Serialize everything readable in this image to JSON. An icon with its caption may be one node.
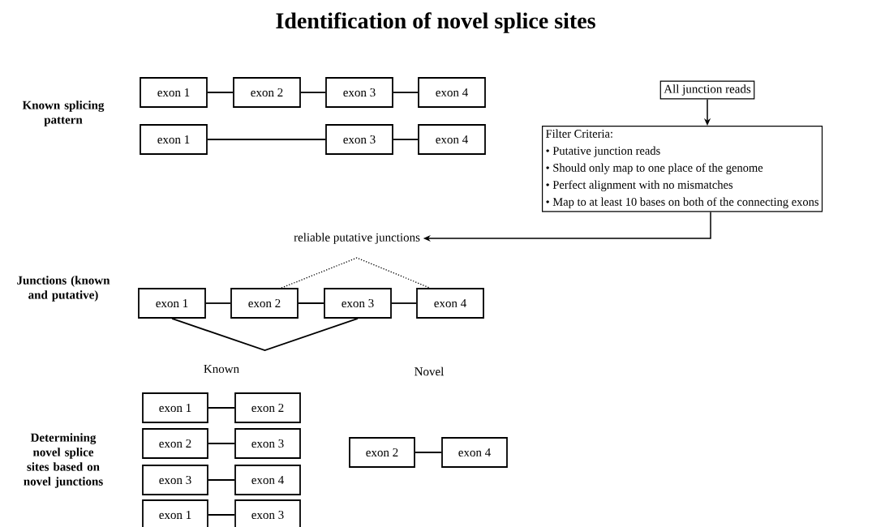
{
  "diagram": {
    "title": "Identification of novel splice sites",
    "nodes": [
      {
        "text": [
          "exon 1"
        ]
      },
      {
        "text": [
          "exon 2"
        ]
      },
      {
        "text": [
          "exon 3"
        ]
      },
      {
        "text": [
          "exon 4"
        ]
      },
      {
        "text": [
          "exon 1"
        ]
      },
      {
        "text": [
          "exon 3"
        ]
      },
      {
        "text": [
          "exon 4"
        ]
      },
      {
        "text": [
          "All junction reads"
        ]
      },
      {
        "text": [
          "Filter Criteria:",
          "• Putative junction reads",
          "• Should only map to one place of the genome",
          "• Perfect alignment with no mismatches",
          "• Map to at least 10 bases on both of the connecting exons"
        ]
      },
      {
        "text": [
          "reliable putative junctions"
        ]
      },
      {
        "text": [
          "exon 1"
        ]
      },
      {
        "text": [
          "exon 2"
        ]
      },
      {
        "text": [
          "exon 3"
        ]
      },
      {
        "text": [
          "exon 4"
        ]
      },
      {
        "text": [
          "exon 1"
        ]
      },
      {
        "text": [
          "exon 2"
        ]
      },
      {
        "text": [
          "exon 2"
        ]
      },
      {
        "text": [
          "exon 3"
        ]
      },
      {
        "text": [
          "exon 3"
        ]
      },
      {
        "text": [
          "exon 4"
        ]
      },
      {
        "text": [
          "exon 1"
        ]
      },
      {
        "text": [
          "exon 3"
        ]
      },
      {
        "text": [
          "exon 2"
        ]
      },
      {
        "text": [
          "exon 4"
        ]
      }
    ],
    "edges": [
      {
        "from": 0,
        "to": 1,
        "arrow": "none"
      },
      {
        "from": 1,
        "to": 2,
        "arrow": "none"
      },
      {
        "from": 2,
        "to": 3,
        "arrow": "none"
      },
      {
        "from": 4,
        "to": 5,
        "arrow": "none"
      },
      {
        "from": 5,
        "to": 6,
        "arrow": "none"
      },
      {
        "from": 7,
        "to": 8,
        "arrow": "to"
      },
      {
        "from": 8,
        "to": 9,
        "arrow": "to"
      },
      {
        "from": 10,
        "to": 11,
        "arrow": "none"
      },
      {
        "from": 11,
        "to": 12,
        "arrow": "none"
      },
      {
        "from": 12,
        "to": 13,
        "arrow": "none"
      },
      {
        "from": 11,
        "to": 13,
        "arrow": "none",
        "style": "dashed"
      },
      {
        "from": 10,
        "to": 12,
        "arrow": "none"
      },
      {
        "from": 14,
        "to": 15,
        "arrow": "none"
      },
      {
        "from": 16,
        "to": 17,
        "arrow": "none"
      },
      {
        "from": 18,
        "to": 19,
        "arrow": "none"
      },
      {
        "from": 20,
        "to": 21,
        "arrow": "none"
      },
      {
        "from": 22,
        "to": 23,
        "arrow": "none"
      }
    ],
    "labels": [
      "Known splicing pattern",
      "Junctions (known and putative)",
      "Known",
      "Novel",
      "Determining novel splice sites based on novel junctions"
    ]
  }
}
